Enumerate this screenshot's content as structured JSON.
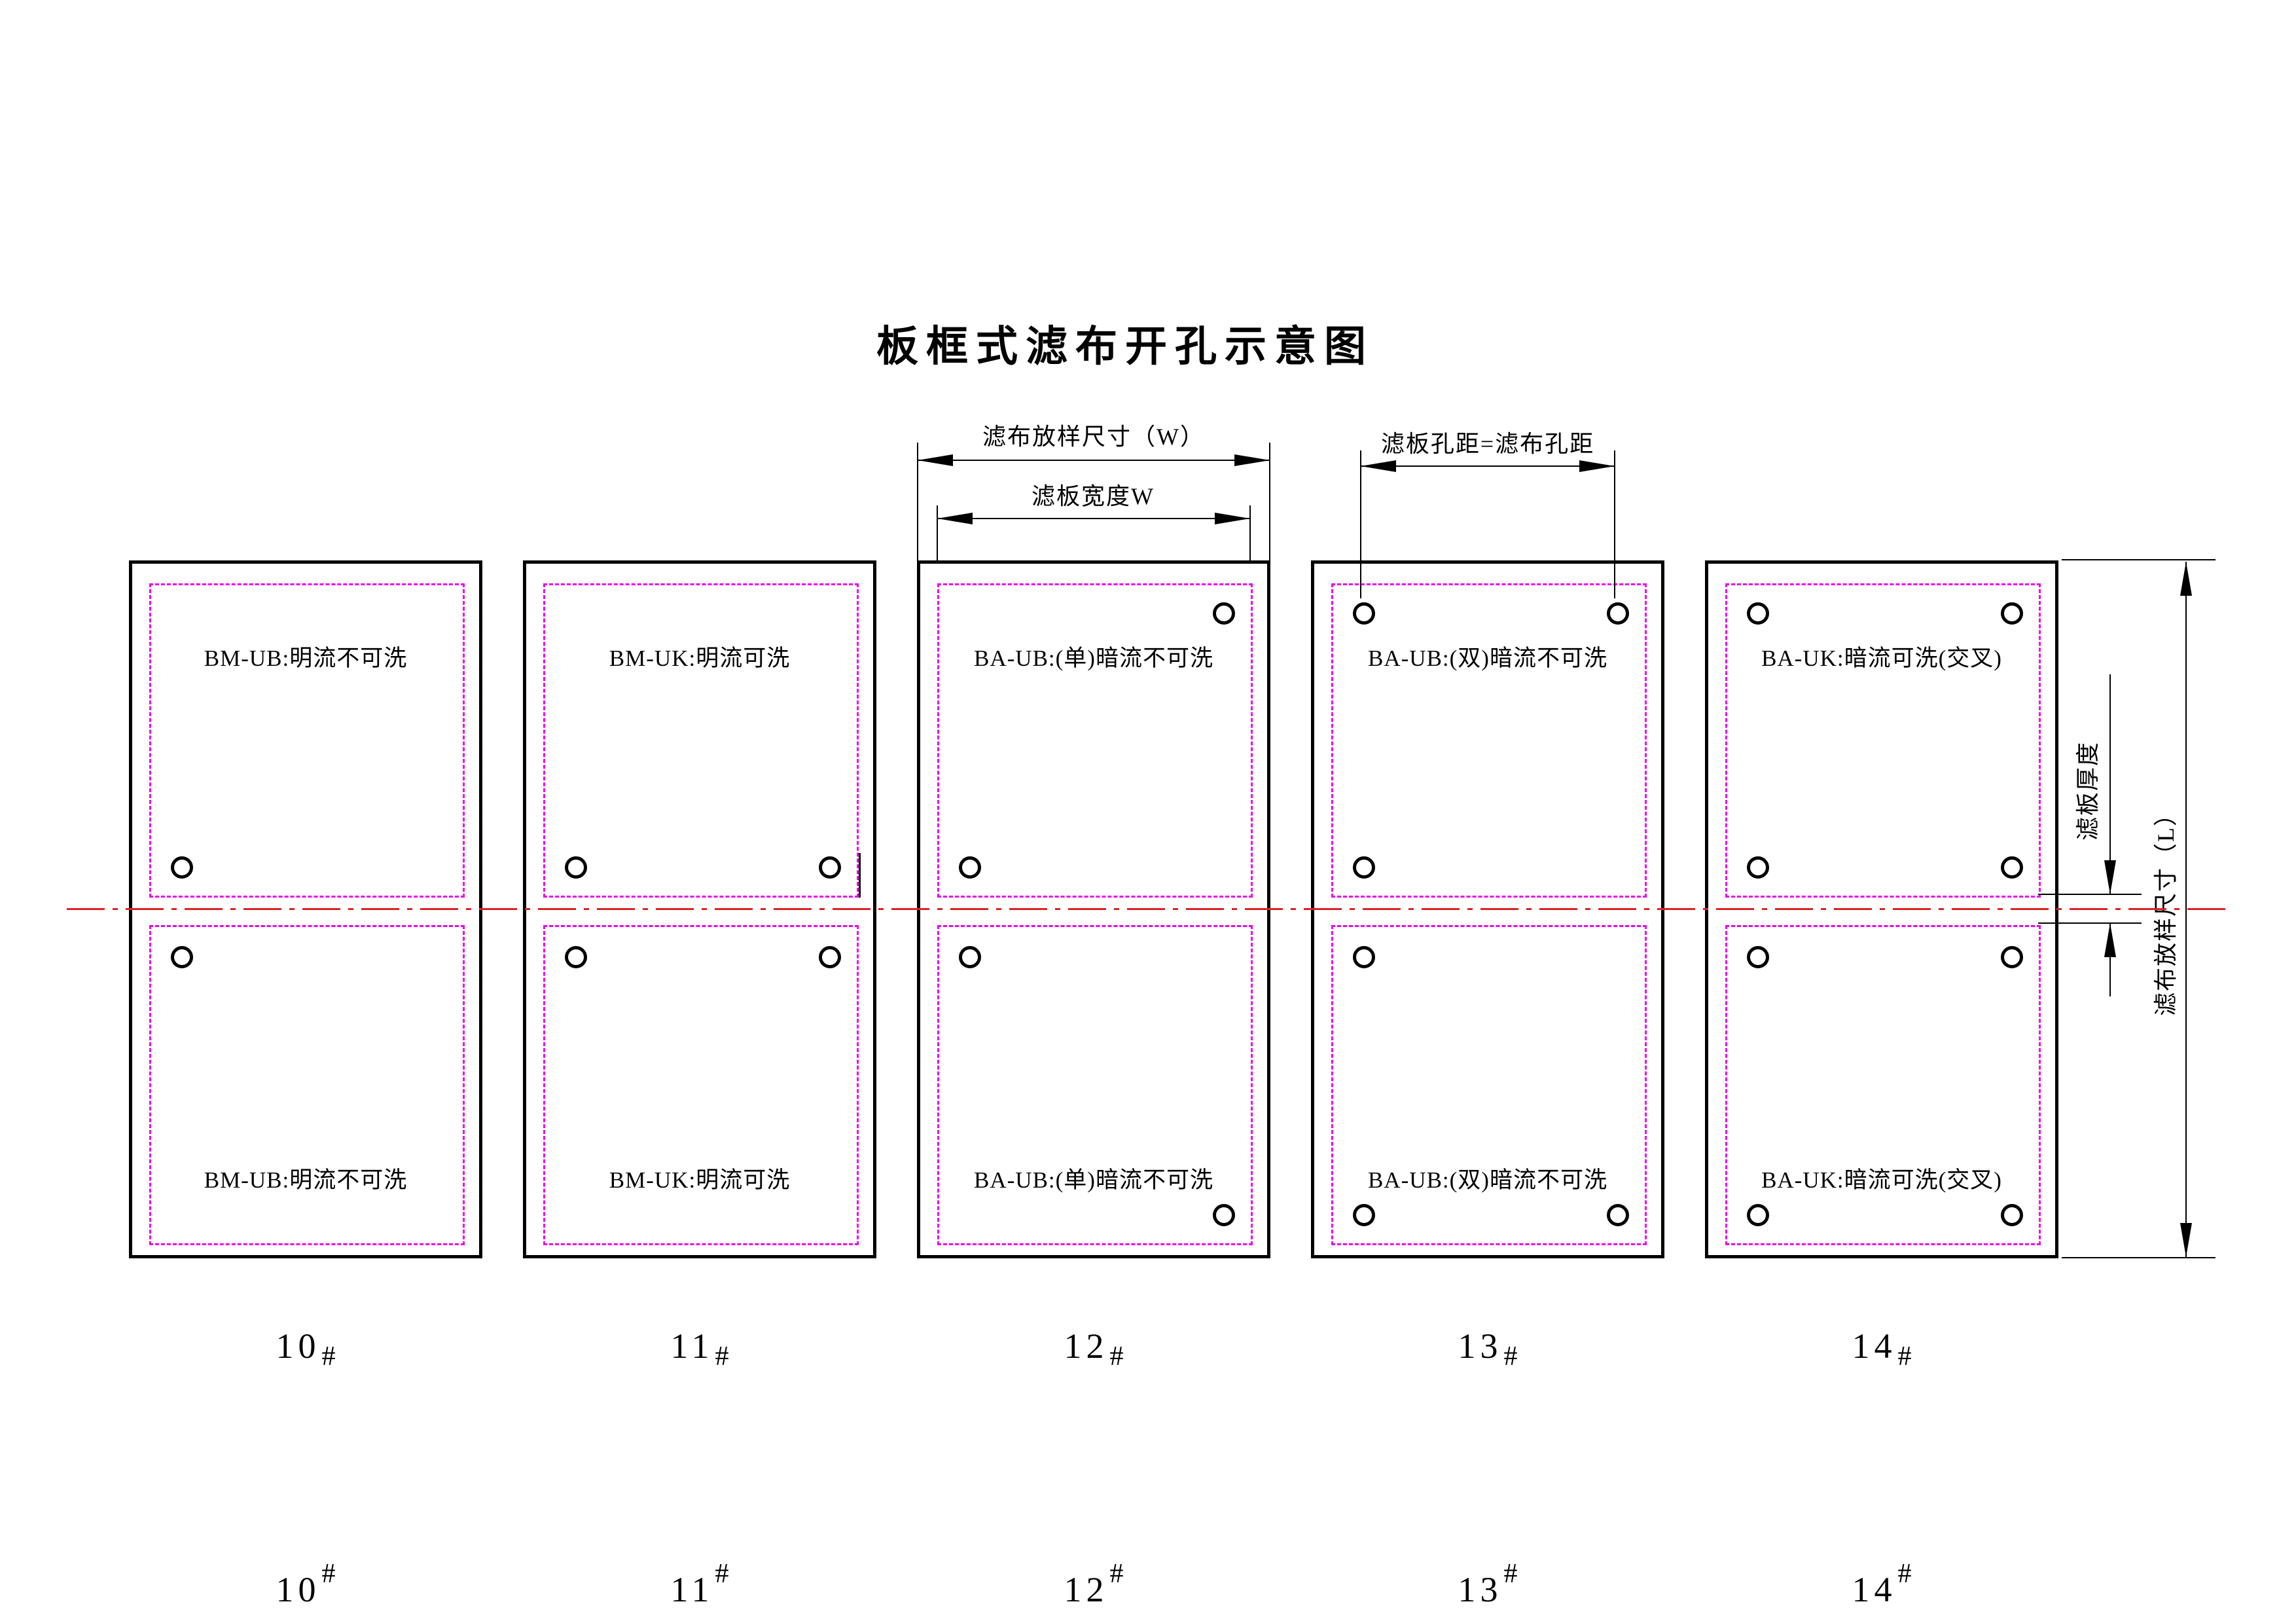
{
  "title": "板框式滤布开孔示意图",
  "dimensions": {
    "cloth_width_label": "滤布放样尺寸（W）",
    "plate_width_label": "滤板宽度W",
    "hole_pitch_label": "滤板孔距=滤布孔距",
    "cloth_length_label": "滤布放样尺寸（L）",
    "plate_thickness_label": "滤板厚度"
  },
  "hash_mark": "#",
  "panels": [
    {
      "label": "BM-UB:明流不可洗",
      "number": "10",
      "holes_top": [
        "BL"
      ],
      "holes_bottom": [
        "TL"
      ],
      "tick": false
    },
    {
      "label": "BM-UK:明流可洗",
      "number": "11",
      "holes_top": [
        "BL",
        "BR"
      ],
      "holes_bottom": [
        "TL",
        "TR"
      ],
      "tick": true
    },
    {
      "label": "BA-UB:(单)暗流不可洗",
      "number": "12",
      "holes_top": [
        "TR",
        "BL"
      ],
      "holes_bottom": [
        "TL",
        "BR"
      ],
      "tick": false
    },
    {
      "label": "BA-UB:(双)暗流不可洗",
      "number": "13",
      "holes_top": [
        "TL",
        "TR",
        "BL"
      ],
      "holes_bottom": [
        "TL",
        "BL",
        "BR"
      ],
      "tick": false
    },
    {
      "label": "BA-UK:暗流可洗(交叉)",
      "number": "14",
      "holes_top": [
        "TL",
        "TR",
        "BL",
        "BR"
      ],
      "holes_bottom": [
        "TL",
        "TR",
        "BL",
        "BR"
      ],
      "tick": false
    }
  ],
  "colors": {
    "line": "#000000",
    "cloth_outline_magenta": "#ee00ee",
    "centerline_red": "#dd2222"
  }
}
